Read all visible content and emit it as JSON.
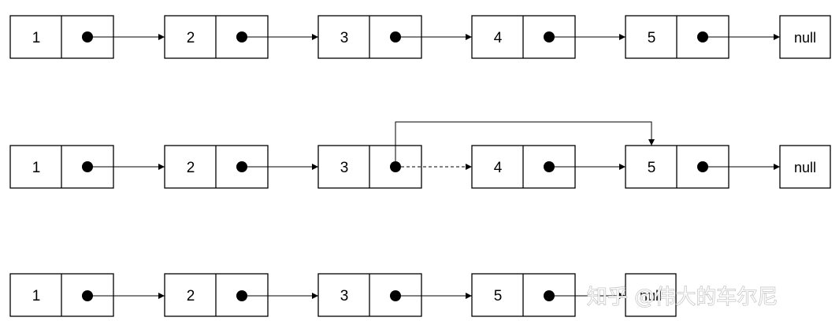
{
  "colors": {
    "stroke": "#000000",
    "background": "#ffffff",
    "watermark": "#b8b8b8"
  },
  "rows": [
    {
      "nodes": [
        "1",
        "2",
        "3",
        "4",
        "5"
      ],
      "terminal": "null"
    },
    {
      "nodes": [
        "1",
        "2",
        "3",
        "4",
        "5"
      ],
      "terminal": "null",
      "note": "node 3 pointer rerouted over node 4 to node 5; old link 3 to 4 dashed"
    },
    {
      "nodes": [
        "1",
        "2",
        "3",
        "5"
      ],
      "terminal": "null"
    }
  ],
  "watermark": {
    "text": "知乎 @伟大的车尔尼"
  }
}
